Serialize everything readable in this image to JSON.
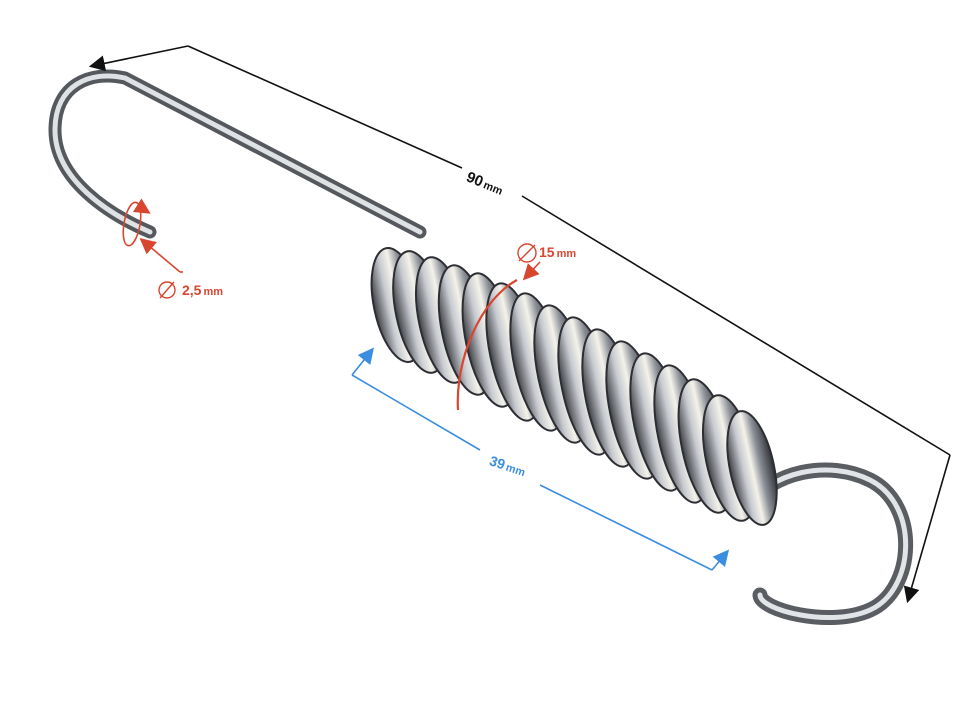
{
  "image": {
    "subject": "extension spring with hooks",
    "background_color": "#ffffff"
  },
  "dimensions": {
    "total_length": {
      "value": "90",
      "unit": "mm",
      "color": "#111111"
    },
    "wire_diameter": {
      "value": "2,5",
      "unit": "mm",
      "symbol": "⌀",
      "color": "#d9462f"
    },
    "outer_diameter": {
      "value": "15",
      "unit": "mm",
      "symbol": "⌀",
      "color": "#d9462f"
    },
    "coil_length": {
      "value": "39",
      "unit": "mm",
      "color": "#3b8de0"
    }
  }
}
